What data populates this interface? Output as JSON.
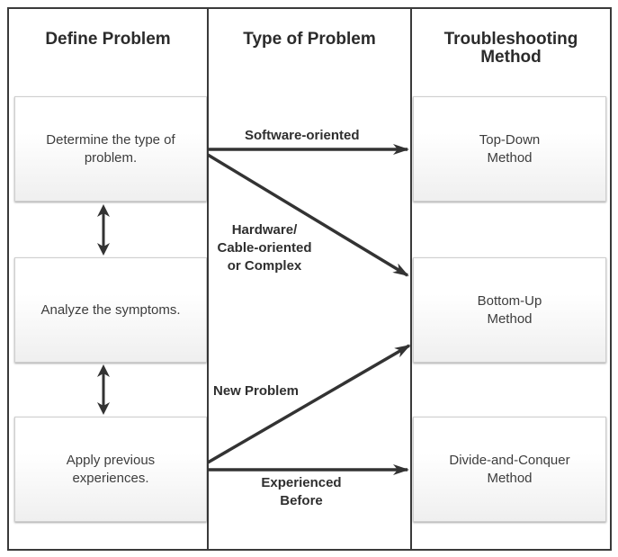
{
  "columns": {
    "define_problem": "Define Problem",
    "type_of_problem": "Type of Problem",
    "troubleshooting_method": "Troubleshooting\nMethod"
  },
  "left_boxes": [
    {
      "text": "Determine the type of\nproblem."
    },
    {
      "text": "Analyze the symptoms."
    },
    {
      "text": "Apply previous\nexperiences."
    }
  ],
  "right_boxes": [
    {
      "text": "Top-Down\nMethod"
    },
    {
      "text": "Bottom-Up\nMethod"
    },
    {
      "text": "Divide-and-Conquer\nMethod"
    }
  ],
  "arrow_labels": {
    "software": "Software-oriented",
    "hardware": "Hardware/\nCable-oriented\nor Complex",
    "new_problem": "New Problem",
    "experienced": "Experienced\nBefore"
  },
  "colors": {
    "border": "#3a3a3a",
    "arrow": "#333333",
    "box_shadow": "#bdbdbd"
  }
}
